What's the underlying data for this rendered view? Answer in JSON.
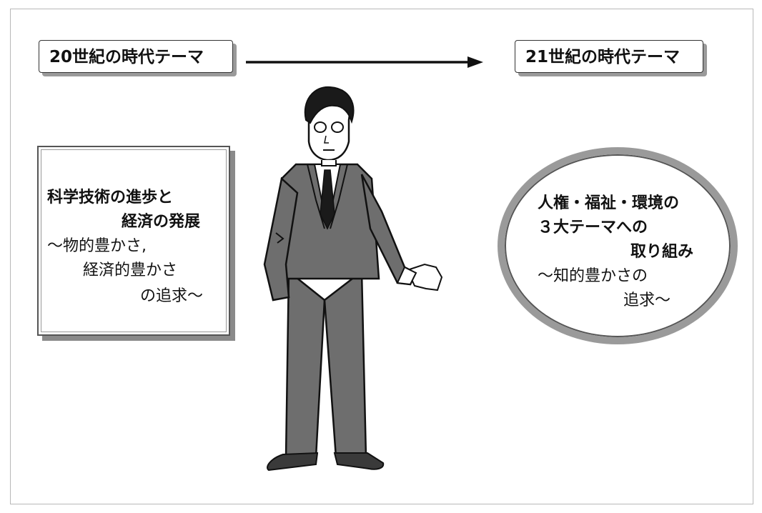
{
  "left_theme": {
    "label": "20世紀の時代テーマ"
  },
  "right_theme": {
    "label": "21世紀の時代テーマ"
  },
  "left_box": {
    "line1": "科学技術の進歩と",
    "line2": "経済の発展",
    "line3": "～物的豊かさ,",
    "line4": "経済的豊かさ",
    "line5": "の追求～"
  },
  "right_circle": {
    "line1": "人権・福祉・環境の",
    "line2": "３大テーマへの",
    "line3": "取り組み",
    "line4": "～知的豊かさの",
    "line5": "追求～"
  },
  "colors": {
    "line": "#111111",
    "shadow": "#9a9a9a",
    "suit": "#6e6e6e"
  },
  "icons": {
    "arrow": "right-arrow-icon",
    "figure": "businessman-illustration"
  }
}
